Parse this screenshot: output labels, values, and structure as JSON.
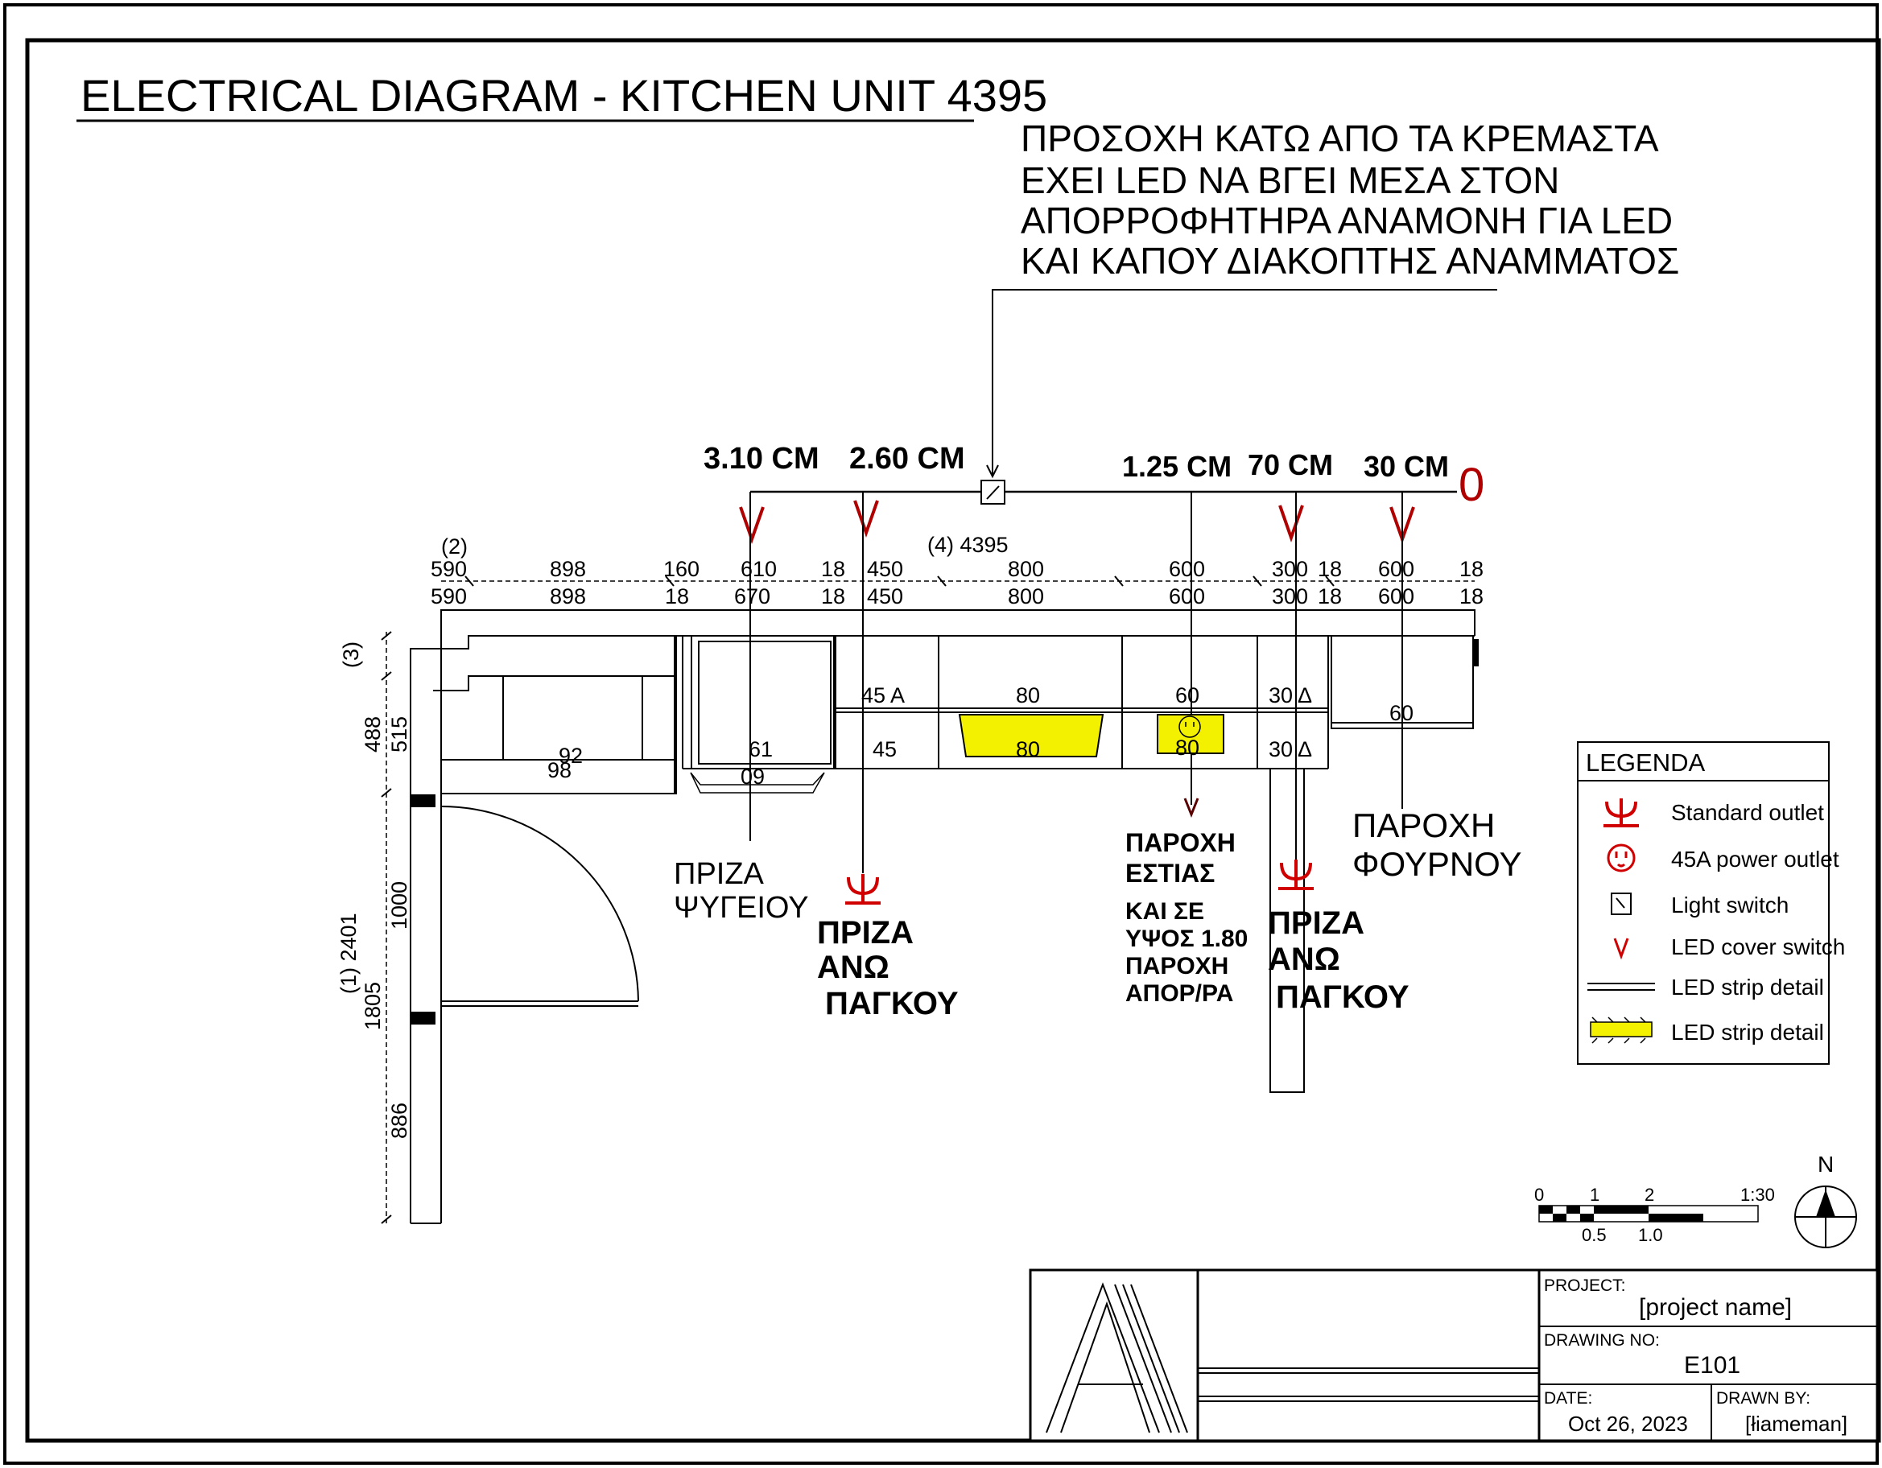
{
  "title": "ELECTRICAL DIAGRAM - KITCHEN UNIT 4395",
  "note_lines": [
    "ΠΡΟΣΟΧΗ ΚΑΤΩ ΑΠΟ ΤΑ ΚΡΕΜΑΣΤΑ",
    "ΕΧΕΙ LED ΝΑ ΒΓΕΙ ΜΕΣΑ ΣΤΟΝ",
    "ΑΠΟΡΡΟΦΗΤΗΡΑ ΑΝΑΜΟΝΗ ΓΙΑ LED",
    "ΚΑΙ ΚΑΠΟΥ ΔΙΑΚΟΠΤΗΣ ΑΝΑΜΜΑΤΟΣ"
  ],
  "circuit_heights": {
    "h1": "3.10 CM",
    "h2": "2.60 CM",
    "h3": "1.25 CM",
    "h4": "70 CM",
    "h5": "30 CM",
    "origin": "0"
  },
  "dimensions": {
    "top_row": [
      "590",
      "898",
      "160",
      "610",
      "18",
      "450",
      "800",
      "600",
      "300",
      "18",
      "600",
      "18"
    ],
    "bottom_row": [
      "590",
      "898",
      "18",
      "670",
      "18",
      "450",
      "800",
      "600",
      "300",
      "18",
      "600",
      "18"
    ],
    "label_2": "(2)",
    "label_4": "(4) 4395",
    "label_3": "(3)",
    "left_488": "488",
    "left_515": "515",
    "left_1000": "1000",
    "left_2401": "(1) 2401",
    "left_1805": "1805",
    "left_886": "886"
  },
  "cabinets": {
    "c45a": "45 A",
    "c80_top": "80",
    "c60_top": "60",
    "c30d_top": "30 Δ",
    "c60_right": "60",
    "c92": "92",
    "c98": "98",
    "c61": "61",
    "c09": "09",
    "c45": "45",
    "c80_bot": "80",
    "c80_bot2": "80",
    "c30d_bot": "30 Δ"
  },
  "labels": {
    "fridge": [
      "ΠΡΙΖΑ",
      "ΨΥΓΕΙΟΥ"
    ],
    "counter1": [
      "ΠΡΙΖΑ",
      "ΑΝΩ",
      "ΠΑΓΚΟΥ"
    ],
    "hob": [
      "ΠΑΡΟΧΗ",
      "ΕΣΤΙΑΣ"
    ],
    "hob_extra": [
      "ΚΑΙ ΣΕ",
      "ΥΨΟΣ 1.80",
      "ΠΑΡΟΧΗ",
      "ΑΠΟΡ/ΡΑ"
    ],
    "counter2": [
      "ΠΡΙΖΑ",
      "ΑΝΩ",
      "ΠΑΓΚΟΥ"
    ],
    "oven": [
      "ΠΑΡΟΧΗ",
      "ΦΟΥΡΝΟΥ"
    ]
  },
  "legend": {
    "title": "LEGENDA",
    "items": [
      {
        "label": "Standard outlet",
        "icon": "standard-outlet-icon"
      },
      {
        "label": "45A power outlet",
        "icon": "power-outlet-icon"
      },
      {
        "label": "Light switch",
        "icon": "light-switch-icon"
      },
      {
        "label": "LED cover switch",
        "icon": "led-cover-switch-icon"
      },
      {
        "label": "LED strip detail",
        "icon": "led-strip-line-icon"
      },
      {
        "label": "LED strip detail",
        "icon": "led-strip-yellow-icon"
      }
    ]
  },
  "scale": {
    "ticks_top": [
      "0",
      "1",
      "2"
    ],
    "ratio": "1:30",
    "ticks_bottom": [
      "0.5",
      "1.0"
    ],
    "north": "N"
  },
  "title_block": {
    "project_label": "PROJECT:",
    "project_value": "[project name]",
    "drawing_label": "DRAWING NO:",
    "drawing_value": "E101",
    "date_label": "DATE:",
    "date_value": "Oct 26, 2023",
    "drawn_label": "DRAWN BY:",
    "drawn_value": "[łiameman]"
  },
  "colors": {
    "accent_red": "#b00000",
    "led_yellow": "#f3f000"
  }
}
